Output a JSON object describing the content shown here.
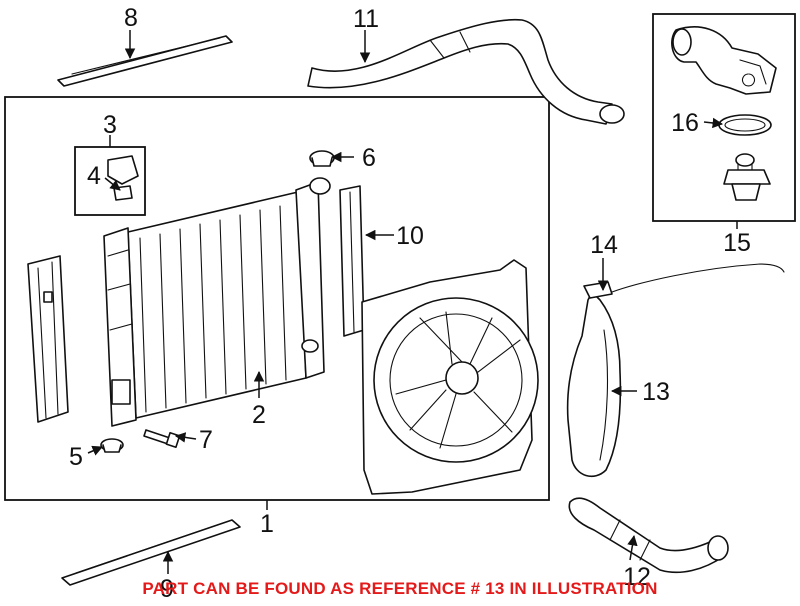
{
  "callouts": {
    "c1": "1",
    "c2": "2",
    "c3": "3",
    "c4": "4",
    "c5": "5",
    "c6": "6",
    "c7": "7",
    "c8": "8",
    "c9": "9",
    "c10": "10",
    "c11": "11",
    "c12": "12",
    "c13": "13",
    "c14": "14",
    "c15": "15",
    "c16": "16"
  },
  "caption": "PART CAN BE FOUND AS REFERENCE # 13 IN ILLUSTRATION",
  "colors": {
    "line": "#111111",
    "caption": "#e41a1a",
    "background": "#ffffff"
  },
  "highlight_reference": "13"
}
